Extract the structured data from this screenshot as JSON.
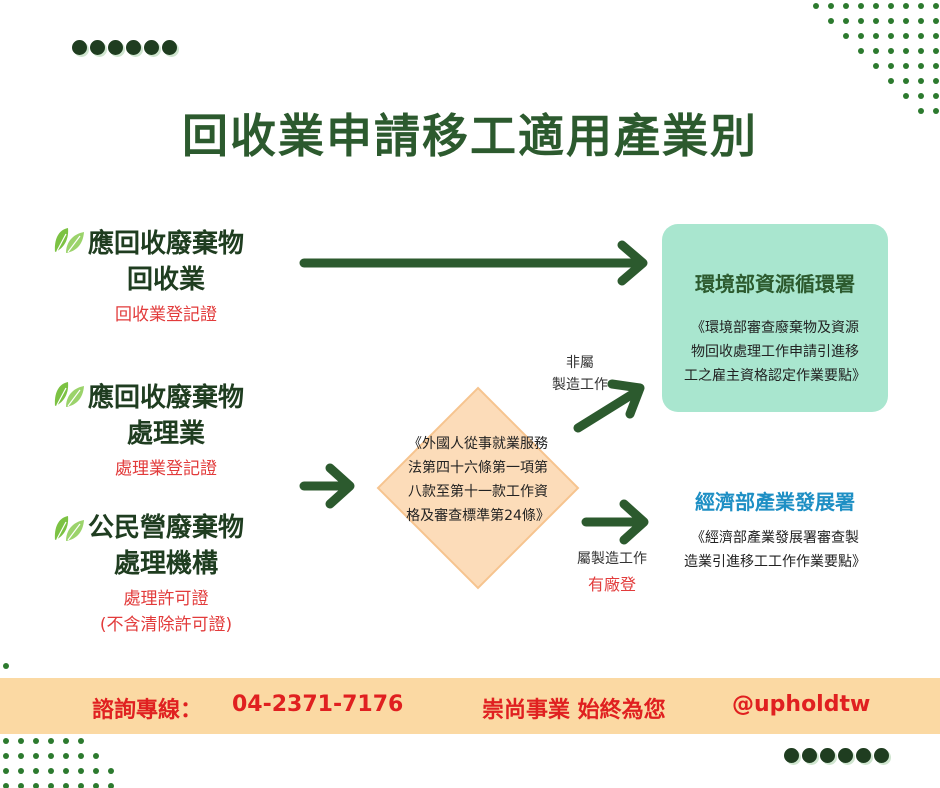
{
  "title": "回收業申請移工適用產業別",
  "sources": [
    {
      "name_line1": "應回收廢棄物",
      "name_line2": "回收業",
      "cert": "回收業登記證"
    },
    {
      "name_line1": "應回收廢棄物",
      "name_line2": "處理業",
      "cert": "處理業登記證"
    },
    {
      "name_line1": "公民營廢棄物",
      "name_line2": "處理機構",
      "cert_line1": "處理許可證",
      "cert_line2": "(不含清除許可證)"
    }
  ],
  "center_law": {
    "line1": "《外國人從事就業服務",
    "line2": "法第四十六條第一項第",
    "line3": "八款至第十一款工作資",
    "line4": "格及審查標準第24條》"
  },
  "branch_upper": {
    "line1": "非屬",
    "line2": "製造工作"
  },
  "branch_lower": {
    "line1": "屬製造工作",
    "line2": "有廠登"
  },
  "epa": {
    "heading": "環境部資源循環署",
    "line1": "《環境部審查廢棄物及資源",
    "line2": "物回收處理工作申請引進移",
    "line3": "工之雇主資格認定作業要點》"
  },
  "moea": {
    "heading": "經濟部產業發展署",
    "line1": "《經濟部產業發展署審查製",
    "line2": "造業引進移工工作作業要點》"
  },
  "footer": {
    "hotline_label": "諮詢專線：",
    "hotline_number": "04-2371-7176",
    "slogan": "崇尚事業  始終為您",
    "handle": "@upholdtw"
  },
  "colors": {
    "dark_green": "#2c5a2e",
    "mint_box": "#a9e6cf",
    "diamond": "#fcdcb9",
    "footer_bg": "#fbd9a3",
    "red": "#e23b3b",
    "blue": "#1e8fc4"
  }
}
